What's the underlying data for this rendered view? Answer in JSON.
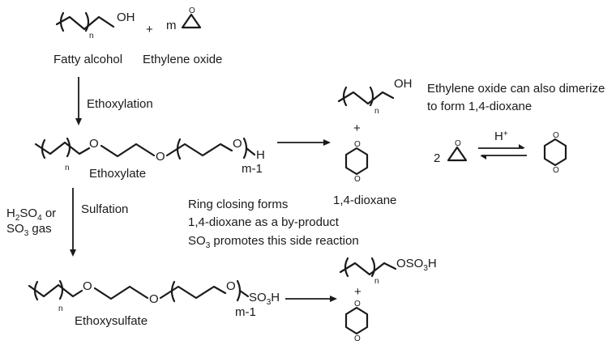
{
  "labels": {
    "fatty_alcohol": "Fatty alcohol",
    "ethylene_oxide": "Ethylene oxide",
    "ethoxylation": "Ethoxylation",
    "ethoxylate": "Ethoxylate",
    "dimerize_line1": "Ethylene oxide can also dimerize",
    "dimerize_line2": "to form 1,4-dioxane",
    "dioxane": "1,4-dioxane",
    "sulfation": "Sulfation",
    "ring_line1": "Ring closing forms",
    "ring_line2": "1,4-dioxane as a by-product",
    "ring_line3_pre": "SO",
    "ring_line3_sub": "3",
    "ring_line3_post": " promotes this side reaction",
    "reagent_h": "H",
    "reagent_h_sub": "2",
    "reagent_so": "SO",
    "reagent_so_sub": "4",
    "reagent_or": " or",
    "reagent_so3": "SO",
    "reagent_so3_sub": "3",
    "reagent_gas": " gas",
    "ethoxysulfate": "Ethoxysulfate"
  },
  "atoms": {
    "oh": "OH",
    "o": "O",
    "h": "H",
    "n": "n",
    "m_minus_1": "m-1",
    "m": "m",
    "plus": "+",
    "two": "2",
    "h_plus": "H",
    "h_plus_sup": "+",
    "so3h_pre": "SO",
    "so3h_sub": "3",
    "so3h_post": "H",
    "oso3h_pre": "OSO",
    "oso3h_sub": "3",
    "oso3h_post": "H"
  }
}
